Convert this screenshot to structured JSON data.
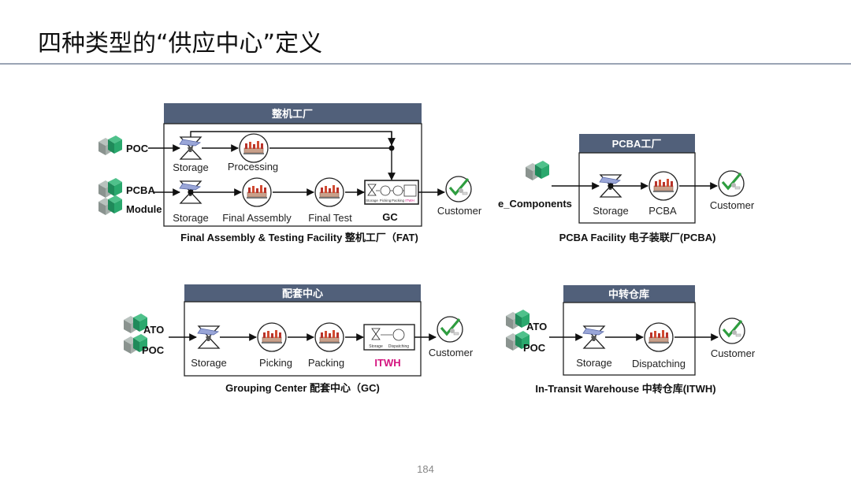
{
  "title": "四种类型的“供应中心”定义",
  "page_number": "184",
  "colors": {
    "header_bar": "#51607a",
    "itwh_text": "#d4147f",
    "rule": "#9aa4b4",
    "customer_check": "#2e9d3f"
  },
  "fat": {
    "header": "整机工厂",
    "sources": [
      "POC",
      "PCBA",
      "Module"
    ],
    "nodes": {
      "storage1": "Storage",
      "processing": "Processing",
      "storage2": "Storage",
      "final_assembly": "Final Assembly",
      "final_test": "Final Test",
      "gc": "GC"
    },
    "gc_mini": [
      "Storage",
      "Picking",
      "Packing",
      "ITWH"
    ],
    "customer": "Customer",
    "caption": "Final  Assembly & Testing Facility   整机工厂（FAT)"
  },
  "pcba": {
    "header": "PCBA工厂",
    "source": "e_Components",
    "nodes": {
      "storage": "Storage",
      "pcba": "PCBA"
    },
    "customer": "Customer",
    "caption": "PCBA Facility 电子装联厂(PCBA)"
  },
  "gc": {
    "header": "配套中心",
    "sources": [
      "ATO",
      "POC"
    ],
    "nodes": {
      "storage": "Storage",
      "picking": "Picking",
      "packing": "Packing",
      "itwh": "ITWH"
    },
    "itwh_mini": [
      "Storage",
      "Dispatching"
    ],
    "customer": "Customer",
    "caption": "Grouping Center   配套中心（GC)"
  },
  "itwh": {
    "header": "中转仓库",
    "sources": [
      "ATO",
      "POC"
    ],
    "nodes": {
      "storage": "Storage",
      "dispatching": "Dispatching"
    },
    "customer": "Customer",
    "caption": "In-Transit Warehouse  中转仓库(ITWH)"
  }
}
